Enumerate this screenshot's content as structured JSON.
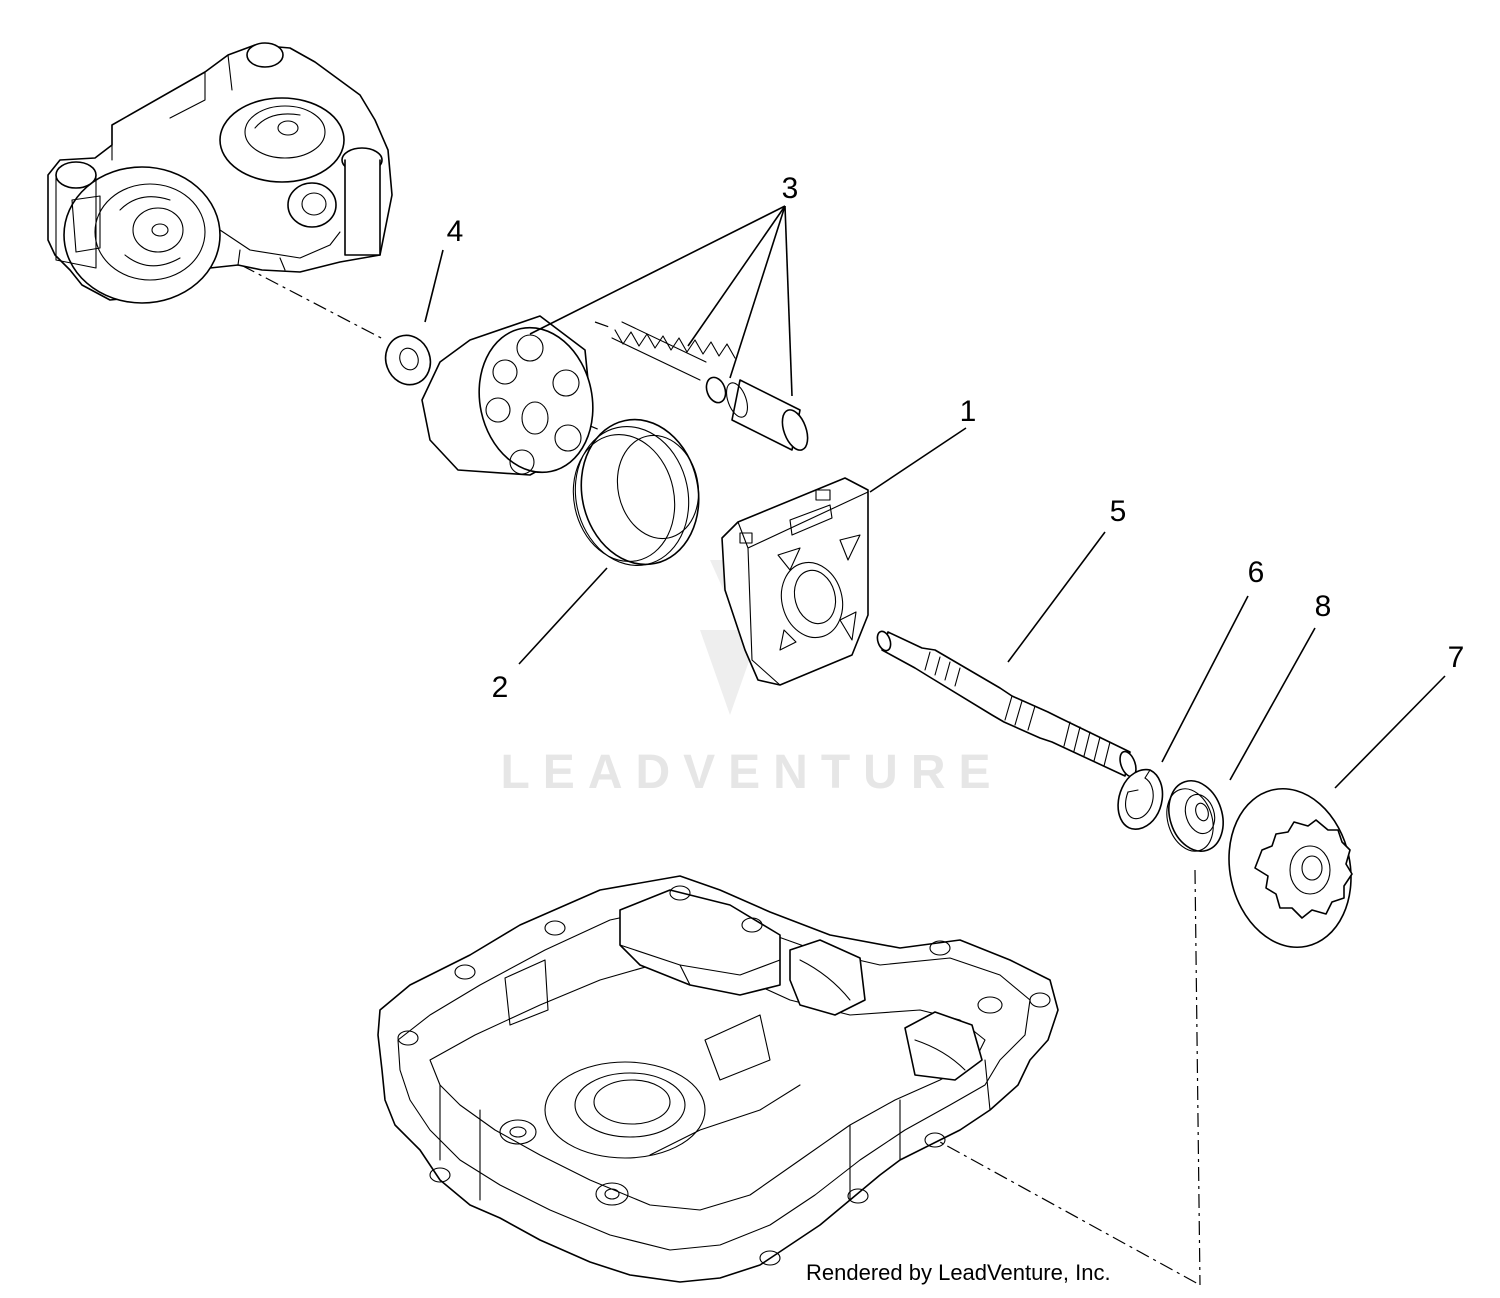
{
  "watermark_text": "LEADVENTURE",
  "credit": "Rendered by LeadVenture, Inc.",
  "callouts": {
    "c1": "1",
    "c2": "2",
    "c3": "3",
    "c4": "4",
    "c5": "5",
    "c6": "6",
    "c7": "7",
    "c8": "8"
  },
  "colors": {
    "line": "#000000",
    "background": "#ffffff",
    "watermark": "#e6e6e6"
  }
}
